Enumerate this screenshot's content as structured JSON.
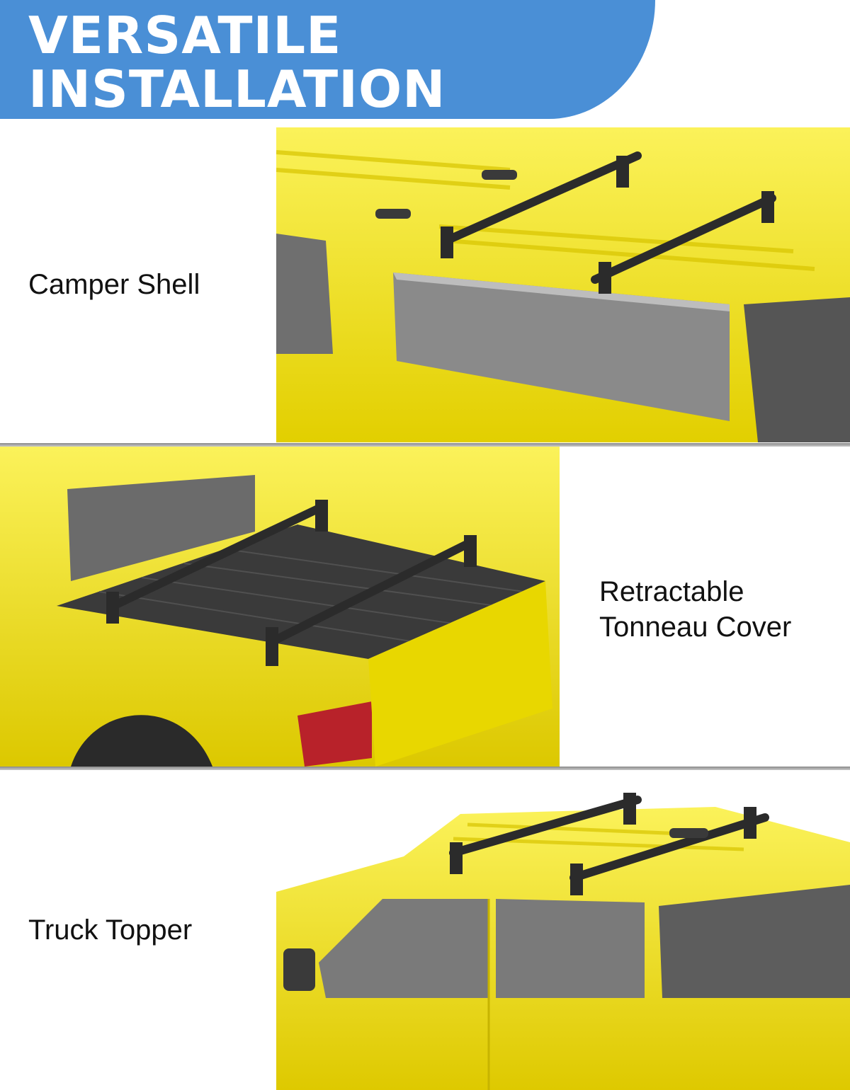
{
  "header": {
    "line1": "VERSATILE",
    "line2": "INSTALLATION"
  },
  "sections": [
    {
      "label": "Camper Shell"
    },
    {
      "label_line1": "Retractable",
      "label_line2": "Tonneau Cover"
    },
    {
      "label": "Truck Topper"
    }
  ],
  "colors": {
    "banner": "#4a8fd6",
    "truck_yellow": "#f2e313",
    "rack_black": "#2b2b2b"
  }
}
